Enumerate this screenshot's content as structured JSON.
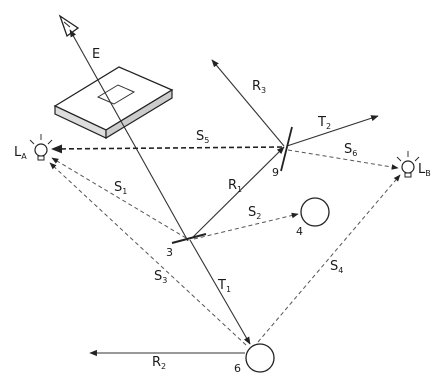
{
  "labels": {
    "E": "E",
    "LA": {
      "main": "L",
      "sub": "A"
    },
    "LB": {
      "main": "L",
      "sub": "B"
    },
    "R1": {
      "main": "R",
      "sub": "1"
    },
    "R2": {
      "main": "R",
      "sub": "2"
    },
    "R3": {
      "main": "R",
      "sub": "3"
    },
    "T1": {
      "main": "T",
      "sub": "1"
    },
    "T2": {
      "main": "T",
      "sub": "2"
    },
    "S1": {
      "main": "S",
      "sub": "1"
    },
    "S2": {
      "main": "S",
      "sub": "2"
    },
    "S3": {
      "main": "S",
      "sub": "3"
    },
    "S4": {
      "main": "S",
      "sub": "4"
    },
    "S5": {
      "main": "S",
      "sub": "5"
    },
    "S6": {
      "main": "S",
      "sub": "6"
    },
    "n3": "3",
    "n4": "4",
    "n6": "6",
    "n9": "9"
  },
  "icons": {
    "eye": "eye-icon",
    "lamp_a": "light-bulb-icon",
    "lamp_b": "light-bulb-icon"
  }
}
